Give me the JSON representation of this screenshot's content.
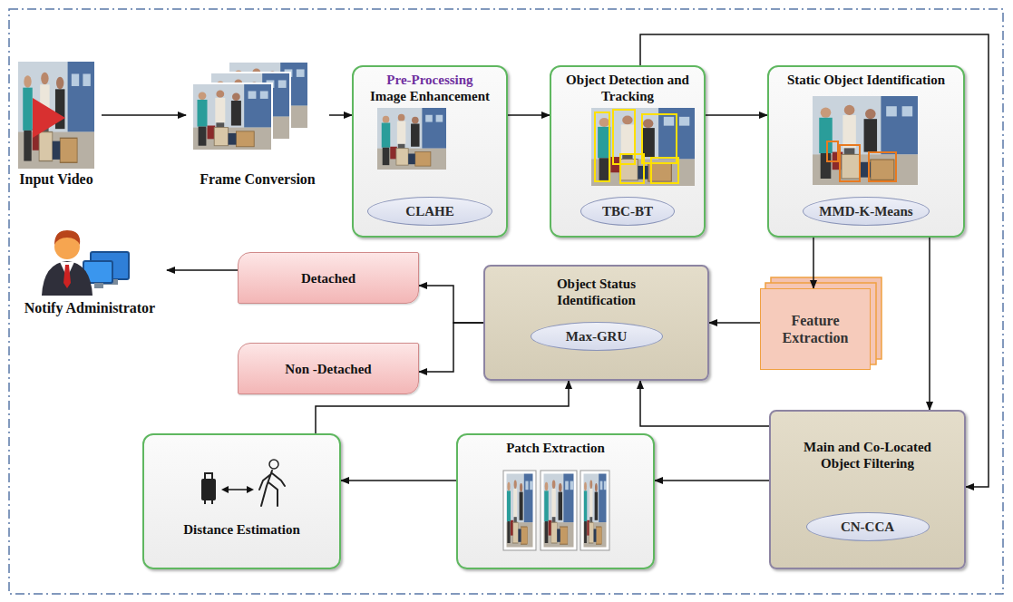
{
  "diagram": {
    "nodes": [
      {
        "text": [
          "Input Video"
        ]
      },
      {
        "text": [
          "Frame Conversion"
        ]
      },
      {
        "text": [
          "Pre-Processing",
          "Image Enhancement"
        ]
      },
      {
        "text": [
          "CLAHE"
        ],
        "in": 2
      },
      {
        "text": [
          "Object Detection and Tracking"
        ]
      },
      {
        "text": [
          "TBC-BT"
        ],
        "in": 4
      },
      {
        "text": [
          "Static Object Identification"
        ]
      },
      {
        "text": [
          "MMD-K-Means"
        ],
        "in": 6
      },
      {
        "text": [
          "Feature Extraction"
        ]
      },
      {
        "text": [
          "Object Status Identification"
        ]
      },
      {
        "text": [
          "Max-GRU"
        ],
        "in": 9
      },
      {
        "text": [
          "Detached"
        ]
      },
      {
        "text": [
          "Non -Detached"
        ]
      },
      {
        "text": [
          "Notify Administrator"
        ]
      },
      {
        "text": [
          "Main and Co-Located Object Filtering"
        ]
      },
      {
        "text": [
          "CN-CCA"
        ],
        "in": 14
      },
      {
        "text": [
          "Patch Extraction"
        ]
      },
      {
        "text": [
          "Distance Estimation"
        ]
      }
    ],
    "edges": [
      {
        "from": 0,
        "to": 1,
        "arrow": "to"
      },
      {
        "from": 1,
        "to": 2,
        "arrow": "to"
      },
      {
        "from": 2,
        "to": 4,
        "arrow": "to"
      },
      {
        "from": 4,
        "to": 6,
        "arrow": "to"
      },
      {
        "from": 4,
        "to": 14,
        "arrow": "to"
      },
      {
        "from": 6,
        "to": 8,
        "arrow": "to"
      },
      {
        "from": 6,
        "to": 14,
        "arrow": "to"
      },
      {
        "from": 8,
        "to": 9,
        "arrow": "to"
      },
      {
        "from": 9,
        "to": 11,
        "arrow": "to"
      },
      {
        "from": 9,
        "to": 12,
        "arrow": "to"
      },
      {
        "from": 11,
        "to": 13,
        "arrow": "to"
      },
      {
        "from": 14,
        "to": 9,
        "arrow": "to"
      },
      {
        "from": 14,
        "to": 16,
        "arrow": "to"
      },
      {
        "from": 16,
        "to": 17,
        "arrow": "to"
      },
      {
        "from": 17,
        "to": 9,
        "arrow": "to"
      }
    ]
  }
}
